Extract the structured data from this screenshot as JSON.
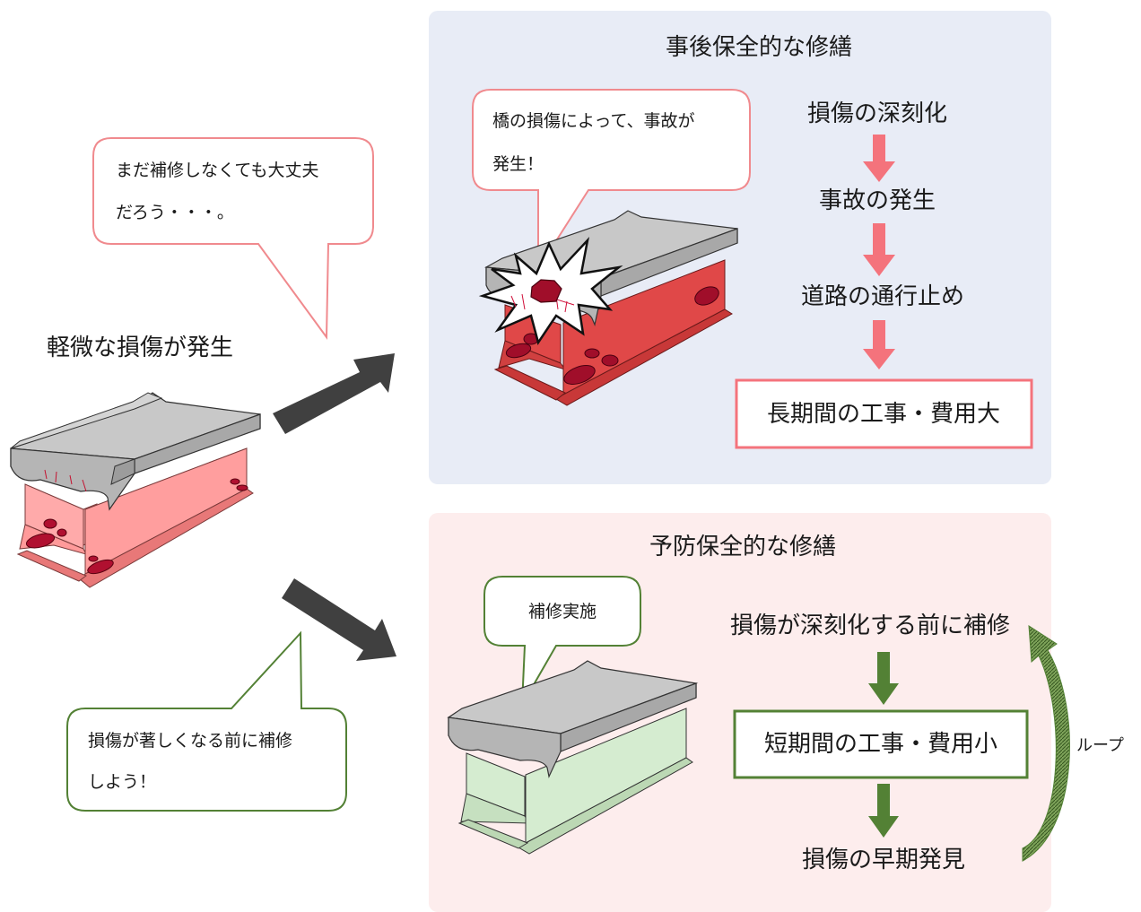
{
  "left": {
    "bubble_line1": "まだ補修しなくても大丈夫",
    "bubble_line2": "だろう・・・。",
    "label": "軽微な損傷が発生",
    "bubble_bottom_line1": "損傷が著しくなる前に補修",
    "bubble_bottom_line2": "しよう！"
  },
  "top_panel": {
    "title": "事後保全的な修繕",
    "bubble_line1": "橋の損傷によって、事故が",
    "bubble_line2": "発生！",
    "flow": [
      "損傷の深刻化",
      "事故の発生",
      "道路の通行止め"
    ],
    "result": "長期間の工事・費用大",
    "bg_color": "#e8ecf6",
    "accent_color": "#f4737c"
  },
  "bottom_panel": {
    "title": "予防保全的な修繕",
    "bubble": "補修実施",
    "flow_top": "損傷が深刻化する前に補修",
    "result": "短期間の工事・費用小",
    "flow_bottom": "損傷の早期発見",
    "loop_label": "ループ",
    "bg_color": "#fdeded",
    "accent_color": "#538135"
  }
}
